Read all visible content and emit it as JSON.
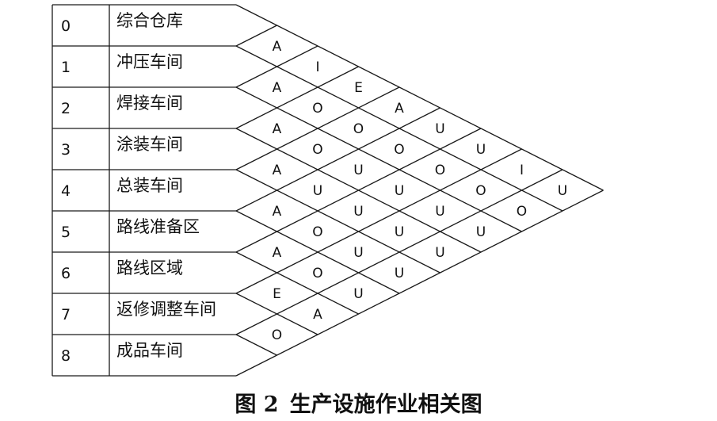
{
  "facilities": [
    {
      "index": "0",
      "name": "综合仓库"
    },
    {
      "index": "1",
      "name": "冲压车间"
    },
    {
      "index": "2",
      "name": "焊接车间"
    },
    {
      "index": "3",
      "name": "涂装车间"
    },
    {
      "index": "4",
      "name": "总装车间"
    },
    {
      "index": "5",
      "name": "路线准备区"
    },
    {
      "index": "6",
      "name": "路线区域"
    },
    {
      "index": "7",
      "name": "返修调整车间"
    },
    {
      "index": "8",
      "name": "成品车间"
    }
  ],
  "relations": [
    {
      "pair": [
        0,
        1
      ],
      "code": "A"
    },
    {
      "pair": [
        0,
        2
      ],
      "code": "I"
    },
    {
      "pair": [
        0,
        3
      ],
      "code": "E"
    },
    {
      "pair": [
        0,
        4
      ],
      "code": "A"
    },
    {
      "pair": [
        0,
        5
      ],
      "code": "U"
    },
    {
      "pair": [
        0,
        6
      ],
      "code": "U"
    },
    {
      "pair": [
        0,
        7
      ],
      "code": "I"
    },
    {
      "pair": [
        0,
        8
      ],
      "code": "U"
    },
    {
      "pair": [
        1,
        2
      ],
      "code": "A"
    },
    {
      "pair": [
        1,
        3
      ],
      "code": "O"
    },
    {
      "pair": [
        1,
        4
      ],
      "code": "O"
    },
    {
      "pair": [
        1,
        5
      ],
      "code": "O"
    },
    {
      "pair": [
        1,
        6
      ],
      "code": "O"
    },
    {
      "pair": [
        1,
        7
      ],
      "code": "O"
    },
    {
      "pair": [
        1,
        8
      ],
      "code": "O"
    },
    {
      "pair": [
        2,
        3
      ],
      "code": "A"
    },
    {
      "pair": [
        2,
        4
      ],
      "code": "O"
    },
    {
      "pair": [
        2,
        5
      ],
      "code": "U"
    },
    {
      "pair": [
        2,
        6
      ],
      "code": "U"
    },
    {
      "pair": [
        2,
        7
      ],
      "code": "U"
    },
    {
      "pair": [
        2,
        8
      ],
      "code": "U"
    },
    {
      "pair": [
        3,
        4
      ],
      "code": "A"
    },
    {
      "pair": [
        3,
        5
      ],
      "code": "U"
    },
    {
      "pair": [
        3,
        6
      ],
      "code": "U"
    },
    {
      "pair": [
        3,
        7
      ],
      "code": "U"
    },
    {
      "pair": [
        3,
        8
      ],
      "code": "U"
    },
    {
      "pair": [
        4,
        5
      ],
      "code": "A"
    },
    {
      "pair": [
        4,
        6
      ],
      "code": "O"
    },
    {
      "pair": [
        4,
        7
      ],
      "code": "U"
    },
    {
      "pair": [
        4,
        8
      ],
      "code": "U"
    },
    {
      "pair": [
        5,
        6
      ],
      "code": "A"
    },
    {
      "pair": [
        5,
        7
      ],
      "code": "O"
    },
    {
      "pair": [
        5,
        8
      ],
      "code": "U"
    },
    {
      "pair": [
        6,
        7
      ],
      "code": "E"
    },
    {
      "pair": [
        6,
        8
      ],
      "code": "A"
    },
    {
      "pair": [
        7,
        8
      ],
      "code": "O"
    }
  ],
  "caption": {
    "figure_label": "图 2",
    "title": "生产设施作业相关图"
  }
}
